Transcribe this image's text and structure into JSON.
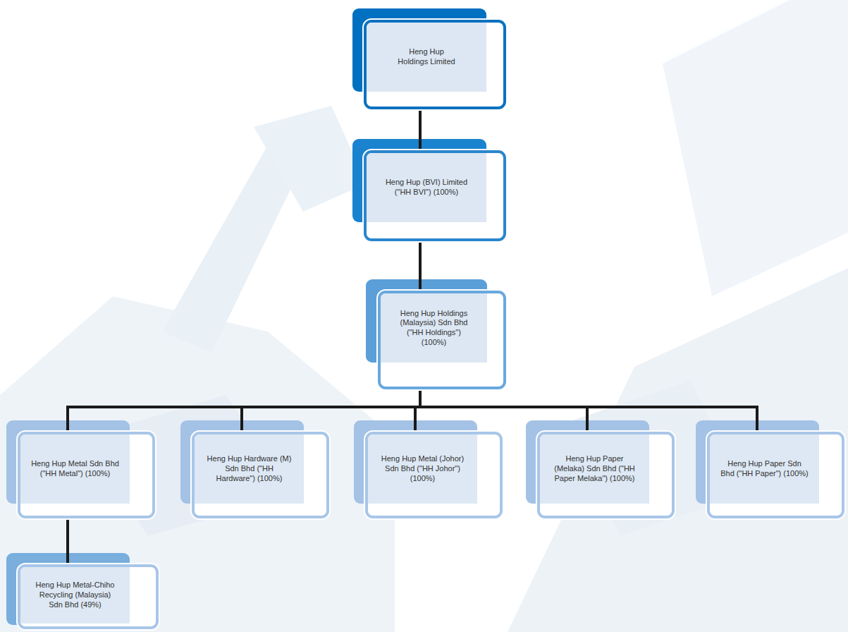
{
  "diagram": {
    "nodes": [
      {
        "text": [
          "Heng Hup Holdings Limited"
        ]
      },
      {
        "text": [
          "Heng Hup (BVI) Limited (\"HH BVI\") (100%)"
        ]
      },
      {
        "text": [
          "Heng Hup Holdings (Malaysia) Sdn Bhd (\"HH Holdings\") (100%)"
        ]
      },
      {
        "text": [
          "Heng Hup Metal Sdn Bhd (\"HH Metal\") (100%)"
        ]
      },
      {
        "text": [
          "Heng Hup Hardware (M) Sdn Bhd (\"HH Hardware\") (100%)"
        ]
      },
      {
        "text": [
          "Heng Hup Metal (Johor) Sdn Bhd (\"HH Johor\") (100%)"
        ]
      },
      {
        "text": [
          "Heng Hup Paper (Melaka) Sdn Bhd (\"HH Paper Melaka\") (100%)"
        ]
      },
      {
        "text": [
          "Heng Hup Paper Sdn Bhd (\"HH Paper\") (100%)"
        ]
      },
      {
        "text": [
          "Heng Hup Metal-Chiho Recycling (Malaysia) Sdn Bhd (49%)"
        ]
      }
    ],
    "edges": [
      {
        "from": 0,
        "to": 1,
        "arrow": "none"
      },
      {
        "from": 1,
        "to": 2,
        "arrow": "none"
      },
      {
        "from": 2,
        "to": 3,
        "arrow": "none"
      },
      {
        "from": 2,
        "to": 4,
        "arrow": "none"
      },
      {
        "from": 2,
        "to": 5,
        "arrow": "none"
      },
      {
        "from": 2,
        "to": 6,
        "arrow": "none"
      },
      {
        "from": 2,
        "to": 7,
        "arrow": "none"
      },
      {
        "from": 3,
        "to": 8,
        "arrow": "none"
      }
    ]
  }
}
